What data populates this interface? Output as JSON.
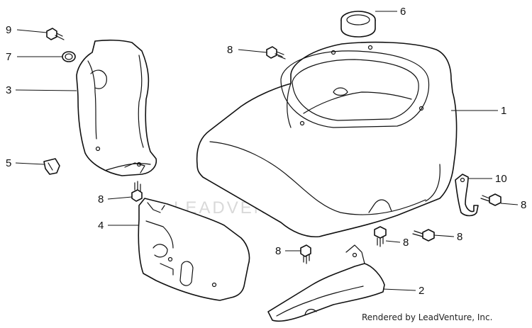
{
  "watermark": {
    "brand": "LEADVENTURE"
  },
  "credit": "Rendered by LeadVenture, Inc.",
  "callouts": [
    {
      "id": "c9",
      "label": "9"
    },
    {
      "id": "c7",
      "label": "7"
    },
    {
      "id": "c3",
      "label": "3"
    },
    {
      "id": "c5",
      "label": "5"
    },
    {
      "id": "c8a",
      "label": "8"
    },
    {
      "id": "c4",
      "label": "4"
    },
    {
      "id": "c6",
      "label": "6"
    },
    {
      "id": "c8b",
      "label": "8"
    },
    {
      "id": "c1",
      "label": "1"
    },
    {
      "id": "c10",
      "label": "10"
    },
    {
      "id": "c8c",
      "label": "8"
    },
    {
      "id": "c8d",
      "label": "8"
    },
    {
      "id": "c8e",
      "label": "8"
    },
    {
      "id": "c8f",
      "label": "8"
    },
    {
      "id": "c2",
      "label": "2"
    }
  ]
}
